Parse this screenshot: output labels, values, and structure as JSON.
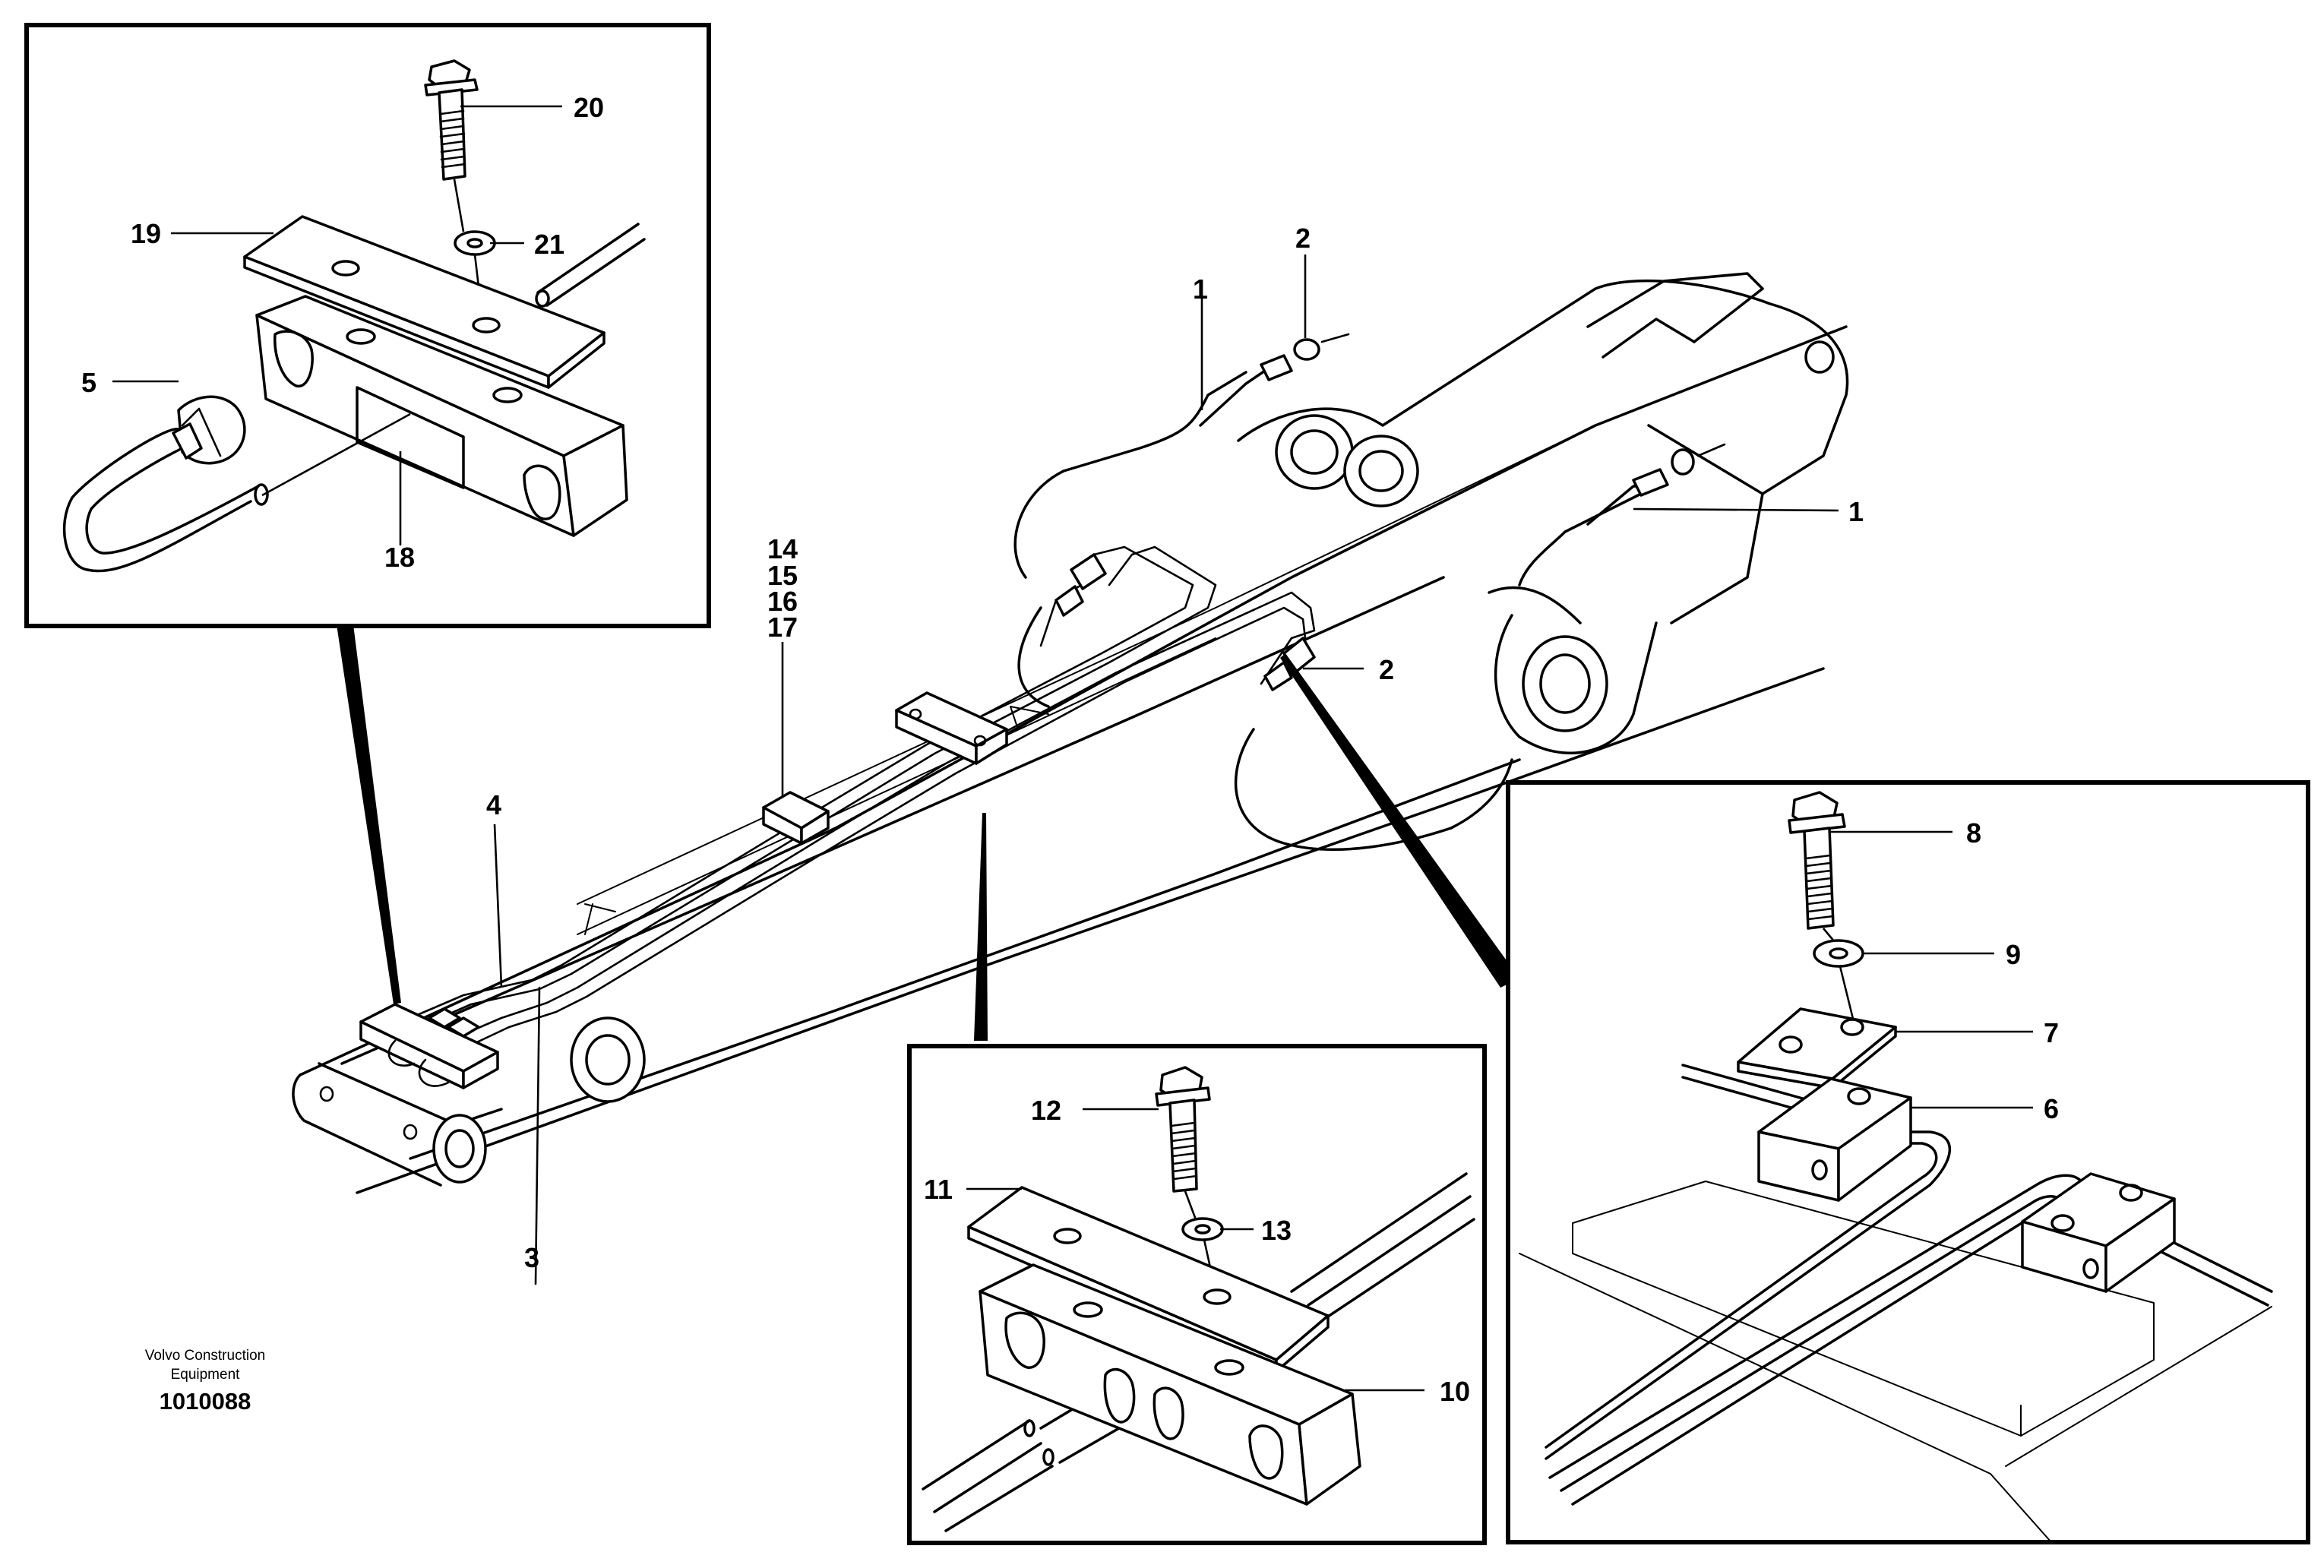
{
  "figure": {
    "company_line1": "Volvo Construction",
    "company_line2": "Equipment",
    "drawing_number": "1010088"
  },
  "callouts": {
    "c1_top": "1",
    "c1_right": "1",
    "c2_top": "2",
    "c2_mid": "2",
    "c3": "3",
    "c4": "4",
    "c5": "5",
    "c6": "6",
    "c7": "7",
    "c8": "8",
    "c9": "9",
    "c10": "10",
    "c11": "11",
    "c12": "12",
    "c13": "13",
    "c14": "14",
    "c15": "15",
    "c16": "16",
    "c17": "17",
    "c18": "18",
    "c19": "19",
    "c20": "20",
    "c21": "21"
  }
}
